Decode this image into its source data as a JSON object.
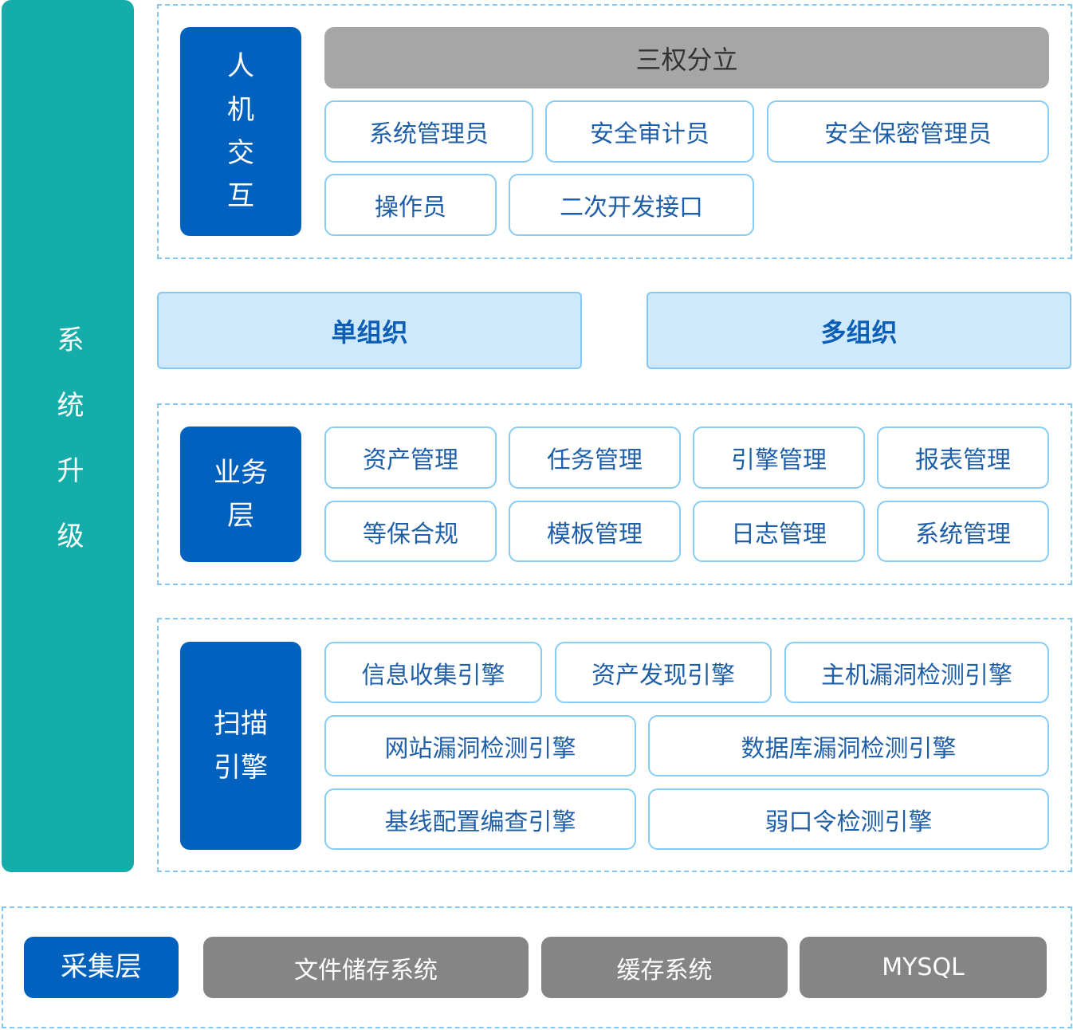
{
  "side": {
    "label": "系统升级"
  },
  "hci": {
    "title_chars": [
      "人",
      "机",
      "交",
      "互"
    ],
    "header": "三权分立",
    "items": [
      "系统管理员",
      "安全审计员",
      "安全保密管理员",
      "操作员",
      "二次开发接口"
    ]
  },
  "org": {
    "single": "单组织",
    "multi": "多组织"
  },
  "biz": {
    "title_lines": [
      "业务",
      "层"
    ],
    "items": [
      "资产管理",
      "任务管理",
      "引擎管理",
      "报表管理",
      "等保合规",
      "模板管理",
      "日志管理",
      "系统管理"
    ]
  },
  "scan": {
    "title_lines": [
      "扫描",
      "引擎"
    ],
    "items": [
      "信息收集引擎",
      "资产发现引擎",
      "主机漏洞检测引擎",
      "网站漏洞检测引擎",
      "数据库漏洞检测引擎",
      "基线配置编查引擎",
      "弱口令检测引擎"
    ]
  },
  "collect": {
    "title": "采集层",
    "items": [
      "文件储存系统",
      "缓存系统",
      "MYSQL"
    ]
  }
}
